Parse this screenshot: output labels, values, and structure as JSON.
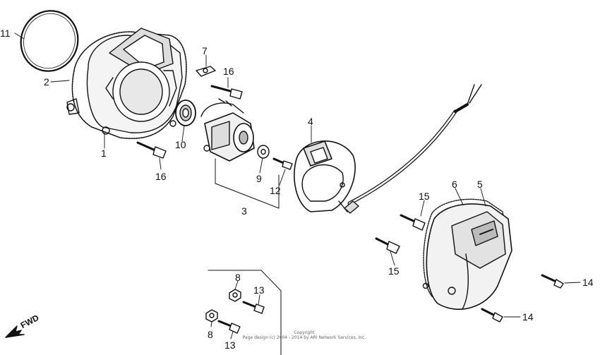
{
  "callouts": {
    "c1": "1",
    "c2": "2",
    "c3": "3",
    "c4": "4",
    "c5": "5",
    "c6": "6",
    "c7": "7",
    "c8a": "8",
    "c8b": "8",
    "c9": "9",
    "c10": "10",
    "c11": "11",
    "c12": "12",
    "c13a": "13",
    "c13b": "13",
    "c14a": "14",
    "c14b": "14",
    "c15a": "15",
    "c15b": "15",
    "c16a": "16",
    "c16b": "16"
  },
  "fwd_label": "FWD",
  "copyright": {
    "line1": "Copyright",
    "line2": "Page design (c) 2004 - 2014 by ARI Network Services, Inc."
  }
}
